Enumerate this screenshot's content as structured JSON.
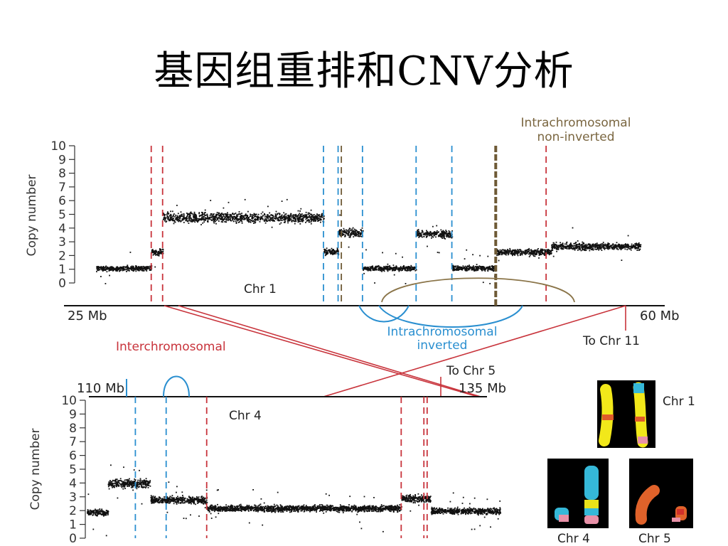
{
  "slide": {
    "title": "基因组重排和CNV分析"
  },
  "chart_data": [
    {
      "type": "scatter",
      "panel": "top",
      "chromosome_label": "Chr 1",
      "ylabel": "Copy number",
      "ylim": [
        0,
        10
      ],
      "yticks": [
        "0",
        "1",
        "2",
        "3",
        "4",
        "5",
        "6",
        "7",
        "8",
        "9",
        "10"
      ],
      "xlim_mb": [
        25,
        60
      ],
      "x_start_label": "25 Mb",
      "x_end_label": "60 Mb",
      "segments": [
        {
          "x0": 25.0,
          "x1": 28.4,
          "cn": 1.1
        },
        {
          "x0": 28.4,
          "x1": 29.1,
          "cn": 2.3
        },
        {
          "x0": 29.1,
          "x1": 39.0,
          "cn": 4.8
        },
        {
          "x0": 39.0,
          "x1": 39.9,
          "cn": 2.3
        },
        {
          "x0": 39.9,
          "x1": 41.4,
          "cn": 3.7
        },
        {
          "x0": 41.4,
          "x1": 44.7,
          "cn": 1.1
        },
        {
          "x0": 44.7,
          "x1": 46.9,
          "cn": 3.6
        },
        {
          "x0": 46.9,
          "x1": 49.6,
          "cn": 1.1
        },
        {
          "x0": 49.6,
          "x1": 53.0,
          "cn": 2.3
        },
        {
          "x0": 53.0,
          "x1": 58.5,
          "cn": 2.7
        }
      ],
      "breakpoints": [
        {
          "x": 28.4,
          "type": "interchromosomal"
        },
        {
          "x": 29.1,
          "type": "interchromosomal"
        },
        {
          "x": 39.0,
          "type": "intrachromosomal inverted"
        },
        {
          "x": 39.9,
          "type": "intrachromosomal inverted"
        },
        {
          "x": 41.4,
          "type": "intrachromosomal inverted"
        },
        {
          "x": 44.7,
          "type": "intrachromosomal inverted"
        },
        {
          "x": 46.9,
          "type": "intrachromosomal inverted"
        },
        {
          "x": 40.1,
          "type": "intrachromosomal non-inverted"
        },
        {
          "x": 49.6,
          "type": "intrachromosomal non-inverted"
        },
        {
          "x": 52.7,
          "type": "interchromosomal"
        }
      ],
      "annotations": {
        "interchromosomal": "Interchromosomal",
        "intra_inverted_1": "Intrachromosomal",
        "intra_inverted_2": "inverted",
        "intra_noninv_1": "Intrachromosomal",
        "intra_noninv_2": "non-inverted",
        "to_chr11": "To Chr 11"
      }
    },
    {
      "type": "scatter",
      "panel": "bottom",
      "chromosome_label": "Chr 4",
      "ylabel": "Copy number",
      "ylim": [
        0,
        10
      ],
      "yticks": [
        "0",
        "1",
        "2",
        "3",
        "4",
        "5",
        "6",
        "7",
        "8",
        "9",
        "10"
      ],
      "xlim_mb": [
        110,
        135
      ],
      "x_start_label": "110 Mb",
      "x_end_label": "135 Mb",
      "segments": [
        {
          "x0": 110.0,
          "x1": 111.3,
          "cn": 1.9
        },
        {
          "x0": 111.3,
          "x1": 113.9,
          "cn": 4.0
        },
        {
          "x0": 113.9,
          "x1": 117.4,
          "cn": 2.8
        },
        {
          "x0": 117.4,
          "x1": 129.4,
          "cn": 2.2
        },
        {
          "x0": 129.4,
          "x1": 131.2,
          "cn": 2.9
        },
        {
          "x0": 131.2,
          "x1": 135.5,
          "cn": 2.0
        }
      ],
      "breakpoints": [
        {
          "x": 113.0,
          "type": "intrachromosomal inverted"
        },
        {
          "x": 114.9,
          "type": "intrachromosomal inverted"
        },
        {
          "x": 117.4,
          "type": "interchromosomal"
        },
        {
          "x": 129.4,
          "type": "interchromosomal"
        },
        {
          "x": 130.8,
          "type": "interchromosomal"
        },
        {
          "x": 131.0,
          "type": "interchromosomal"
        }
      ],
      "annotations": {
        "to_chr5": "To Chr 5"
      }
    }
  ],
  "karyotype_images": {
    "chr1_label": "Chr 1",
    "chr4_label": "Chr 4",
    "chr5_label": "Chr 5"
  },
  "colors": {
    "interchromosomal": "#c8333b",
    "inverted": "#2a8fd0",
    "non_inverted": "#6e5a36",
    "points": "#111111"
  }
}
